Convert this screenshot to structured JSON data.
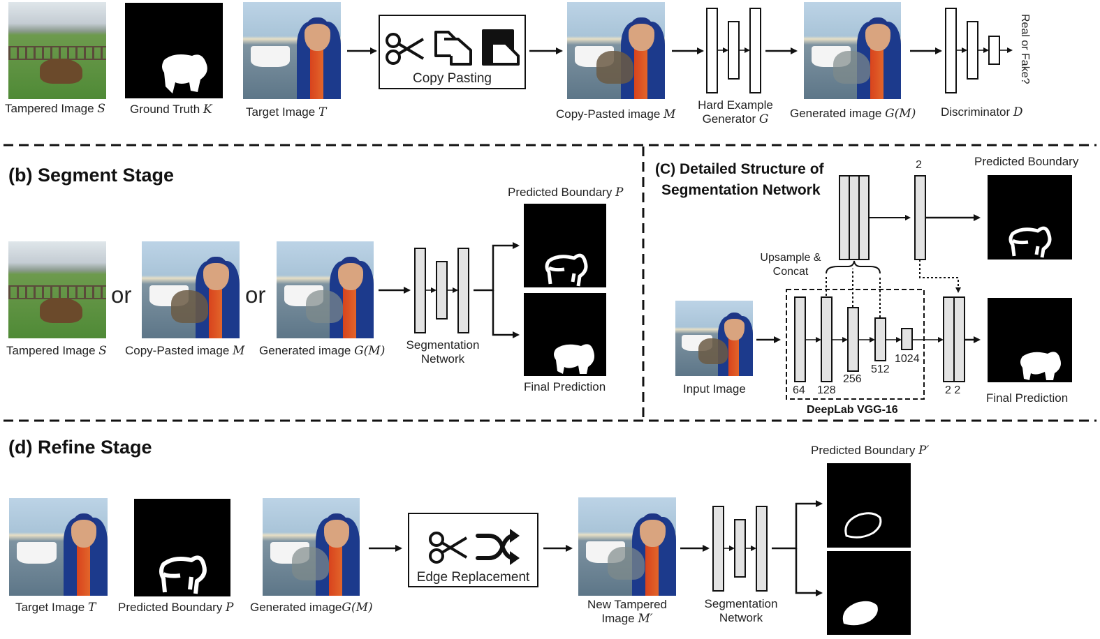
{
  "stage_a": {
    "tampered_label": "Tampered Image ",
    "tampered_sym": "S",
    "gt_label": "Ground Truth ",
    "gt_sym": "K",
    "target_label": "Target Image ",
    "target_sym": "T",
    "copy_paste_box": "Copy Pasting",
    "copy_pasted_label": "Copy-Pasted image ",
    "copy_pasted_sym": "M",
    "generator_line1": "Hard Example",
    "generator_line2": "Generator ",
    "generator_sym": "G",
    "generated_label": "Generated image ",
    "generated_sym": "G(M)",
    "discriminator_label": "Discriminator ",
    "discriminator_sym": "D",
    "real_or_fake": "Real or Fake?"
  },
  "stage_b": {
    "heading": "(b) Segment Stage",
    "or_1": "or",
    "or_2": "or",
    "tampered_label": "Tampered Image ",
    "tampered_sym": "S",
    "copy_pasted_label": "Copy-Pasted image ",
    "copy_pasted_sym": "M",
    "generated_label": "Generated image ",
    "generated_sym": "G(M)",
    "seg_line1": "Segmentation",
    "seg_line2": "Network",
    "pred_boundary_label": "Predicted Boundary ",
    "pred_boundary_sym": "P",
    "final_prediction": "Final Prediction"
  },
  "stage_c": {
    "heading_line1": "(C) Detailed Structure of",
    "heading_line2": "Segmentation Network",
    "upsample_line1": "Upsample &",
    "upsample_line2": "Concat",
    "pred_boundary": "Predicted Boundary",
    "final_prediction": "Final Prediction",
    "input_image": "Input Image",
    "backbone": "DeepLab VGG-16",
    "channels": [
      "64",
      "128",
      "256",
      "512",
      "1024"
    ],
    "head_top": "2",
    "head_bottom": "2 2"
  },
  "stage_d": {
    "heading": "(d) Refine Stage",
    "target_label": "Target Image ",
    "target_sym": "T",
    "pred_boundary_label": "Predicted Boundary ",
    "pred_boundary_sym": "P",
    "generated_label": "Generated image",
    "generated_sym": "G(M)",
    "edge_box": "Edge Replacement",
    "new_tampered_line1": "New Tampered",
    "new_tampered_line2": "Image ",
    "new_tampered_sym": "M′",
    "seg_line1": "Segmentation",
    "seg_line2": "Network",
    "pred_boundary2_label": "Predicted Boundary ",
    "pred_boundary2_sym": "P′"
  },
  "icons": [
    "scissors-icon",
    "copy-icon",
    "paste-icon",
    "shuffle-icon"
  ]
}
